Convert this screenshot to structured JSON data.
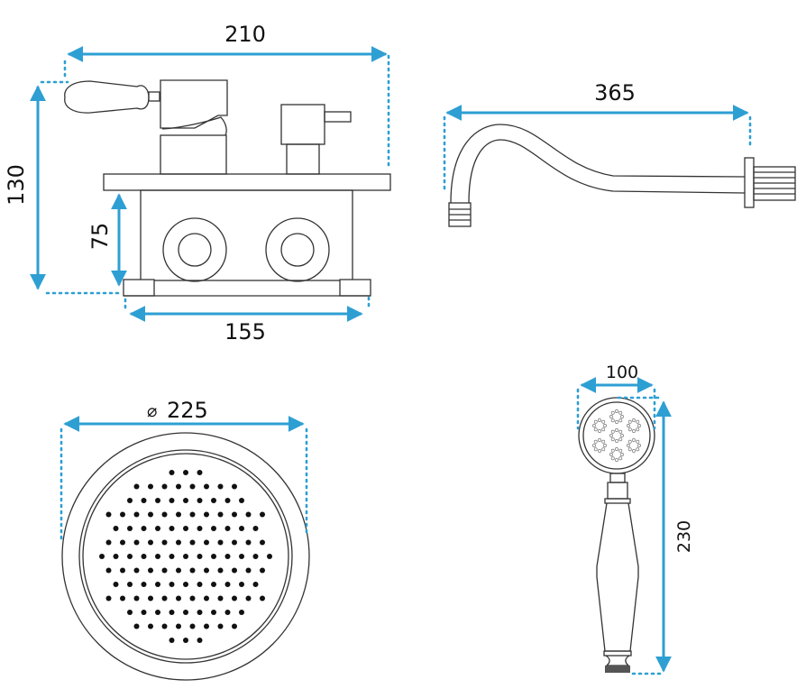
{
  "title": "Shower set technical dimensions",
  "colors": {
    "dimension": "#2e9fd3",
    "outline": "#333333"
  },
  "mixer": {
    "width": "210",
    "height": "130",
    "box_height": "75",
    "box_width": "155"
  },
  "spout": {
    "length": "365"
  },
  "overhead_shower": {
    "diameter_symbol": "⌀",
    "diameter": "225"
  },
  "hand_shower": {
    "head_width": "100",
    "length": "230"
  }
}
